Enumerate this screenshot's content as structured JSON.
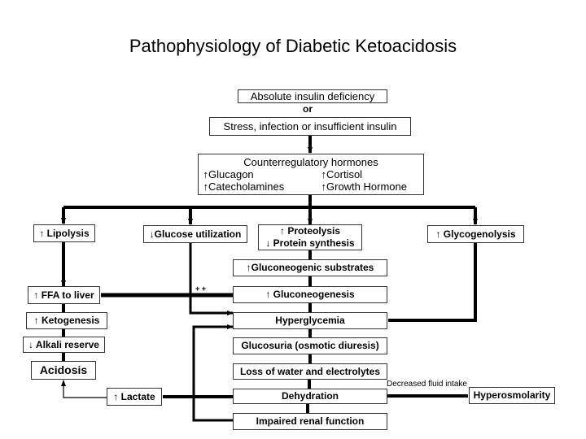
{
  "title": "Pathophysiology of Diabetic Ketoacidosis",
  "nodes": {
    "absolute": "Absolute insulin deficiency",
    "or": "or",
    "stress": "Stress, infection or insufficient insulin",
    "hormones_title": "Counterregulatory hormones",
    "glucagon": "↑Glucagon",
    "cortisol": "↑Cortisol",
    "catecholamines": "↑Catecholamines",
    "growth": "↑Growth Hormone",
    "lipolysis": "↑ Lipolysis",
    "glucose_util": "↓Glucose utilization",
    "proteolysis": "↑ Proteolysis",
    "protein_synth": "↓ Protein synthesis",
    "glycogenolysis": "↑ Glycogenolysis",
    "substrates": "↑Gluconeogenic substrates",
    "ffa": "↑ FFA to liver",
    "gluconeogenesis": "↑ Gluconeogenesis",
    "ketogenesis": "↑ Ketogenesis",
    "hyperglycemia": "Hyperglycemia",
    "alkali": "↓ Alkali reserve",
    "glucosuria": "Glucosuria (osmotic diuresis)",
    "acidosis": "Acidosis",
    "loss_water": "Loss of water and electrolytes",
    "lactate": "↑ Lactate",
    "dehydration": "Dehydration",
    "hyperosmolarity": "Hyperosmolarity",
    "renal": "Impaired renal function"
  },
  "labels": {
    "plus": "+ +",
    "fluid": "Decreased fluid intake"
  }
}
